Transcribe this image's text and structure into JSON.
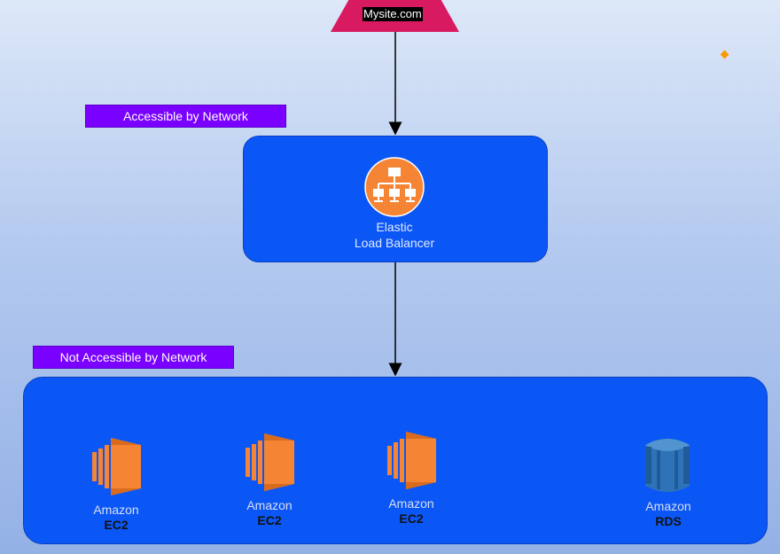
{
  "site": {
    "label": "Mysite.com"
  },
  "zones": {
    "accessible_label": "Accessible by Network",
    "not_accessible_label": "Not Accessible by Network"
  },
  "load_balancer": {
    "line1": "Elastic",
    "line2": "Load Balancer"
  },
  "services": [
    {
      "title": "Amazon",
      "subtitle": "EC2",
      "icon": "ec2-icon"
    },
    {
      "title": "Amazon",
      "subtitle": "EC2",
      "icon": "ec2-icon"
    },
    {
      "title": "Amazon",
      "subtitle": "EC2",
      "icon": "ec2-icon"
    },
    {
      "title": "Amazon",
      "subtitle": "RDS",
      "icon": "rds-icon"
    }
  ],
  "colors": {
    "site": "#d81b60",
    "zone_tag": "#7a00ff",
    "box": "#0b57f6",
    "ec2": "#f58534",
    "rds": "#2e73b8"
  }
}
